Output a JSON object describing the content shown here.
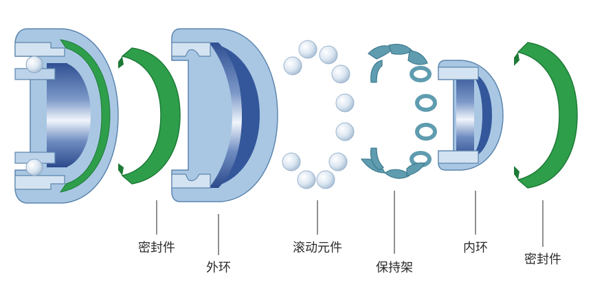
{
  "labels": {
    "seal_left": "密封件",
    "outer_ring": "外环",
    "rolling_elements": "滚动元件",
    "cage": "保持架",
    "inner_ring": "内环",
    "seal_right": "密封件"
  },
  "colors": {
    "ring_light": "#a9c7e3",
    "ring_mid": "#6f9cc4",
    "ring_dark": "#34569a",
    "bore_highlight": "#e4eef8",
    "seal_green": "#2e9e4a",
    "seal_dark": "#1d7a37",
    "ball": "#dde7f1",
    "cage": "#5f9cb0",
    "cage_dark": "#3e7a8e"
  }
}
